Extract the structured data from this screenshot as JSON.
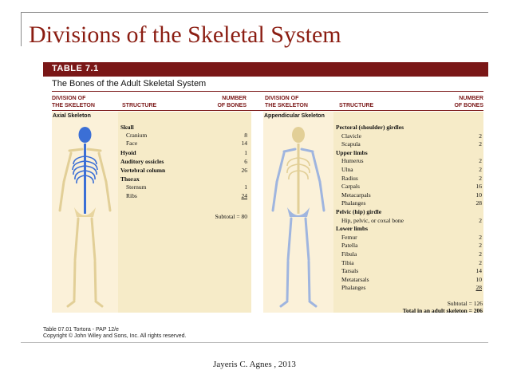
{
  "slide": {
    "title": "Divisions of the Skeletal System",
    "credit": "Jayeris C. Agnes , 2013"
  },
  "table": {
    "label": "TABLE 7.1",
    "caption": "The Bones of the Adult Skeletal System",
    "headers": {
      "division": "DIVISION OF\nTHE SKELETON",
      "structure": "STRUCTURE",
      "number": "NUMBER\nOF BONES"
    },
    "axial": {
      "title": "Axial Skeleton",
      "rows": [
        {
          "label": "Skull",
          "value": "",
          "bold": true
        },
        {
          "label": "Cranium",
          "value": "8",
          "bold": false
        },
        {
          "label": "Face",
          "value": "14",
          "bold": false
        },
        {
          "label": "Hyoid",
          "value": "1",
          "bold": true
        },
        {
          "label": "Auditory ossicles",
          "value": "6",
          "bold": true
        },
        {
          "label": "Vertebral column",
          "value": "26",
          "bold": true
        },
        {
          "label": "Thorax",
          "value": "",
          "bold": true
        },
        {
          "label": "Sternum",
          "value": "1",
          "bold": false
        },
        {
          "label": "Ribs",
          "value": "24",
          "bold": false
        }
      ],
      "subtotal": "Subtotal = 80"
    },
    "appendicular": {
      "title": "Appendicular Skeleton",
      "rows": [
        {
          "label": "Pectoral (shoulder) girdles",
          "value": "",
          "bold": true
        },
        {
          "label": "Clavicle",
          "value": "2",
          "bold": false
        },
        {
          "label": "Scapula",
          "value": "2",
          "bold": false
        },
        {
          "label": "Upper limbs",
          "value": "",
          "bold": true
        },
        {
          "label": "Humerus",
          "value": "2",
          "bold": false
        },
        {
          "label": "Ulna",
          "value": "2",
          "bold": false
        },
        {
          "label": "Radius",
          "value": "2",
          "bold": false
        },
        {
          "label": "Carpals",
          "value": "16",
          "bold": false
        },
        {
          "label": "Metacarpals",
          "value": "10",
          "bold": false
        },
        {
          "label": "Phalanges",
          "value": "28",
          "bold": false
        },
        {
          "label": "Pelvic (hip) girdle",
          "value": "",
          "bold": true
        },
        {
          "label": "Hip, pelvic, or coxal bone",
          "value": "2",
          "bold": false
        },
        {
          "label": "Lower limbs",
          "value": "",
          "bold": true
        },
        {
          "label": "Femur",
          "value": "2",
          "bold": false
        },
        {
          "label": "Patella",
          "value": "2",
          "bold": false
        },
        {
          "label": "Fibula",
          "value": "2",
          "bold": false
        },
        {
          "label": "Tibia",
          "value": "2",
          "bold": false
        },
        {
          "label": "Tarsals",
          "value": "14",
          "bold": false
        },
        {
          "label": "Metatarsals",
          "value": "10",
          "bold": false
        },
        {
          "label": "Phalanges",
          "value": "28",
          "bold": false
        }
      ],
      "subtotal": "Subtotal = 126",
      "total": "Total in an adult skeleton = 206"
    },
    "source_line1": "Table 07.01  Tortora - PAP 12/e",
    "source_line2": "Copyright © John Wiley and Sons, Inc. All rights reserved."
  },
  "colors": {
    "title": "#8b1d12",
    "band": "#7a1717",
    "axial_highlight": "#3b6fd6",
    "appendicular_highlight": "#c9d7ee",
    "bone": "#f2e3b8"
  }
}
